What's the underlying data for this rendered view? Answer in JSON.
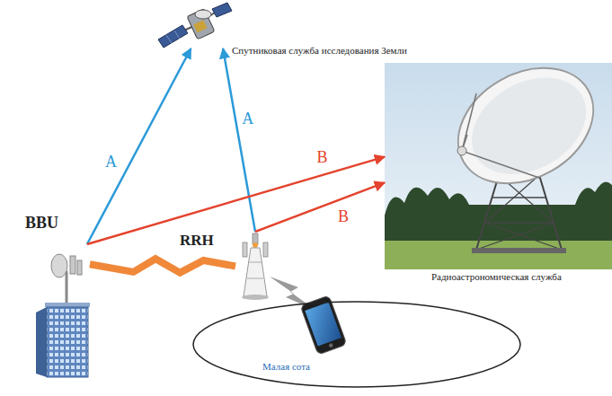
{
  "diagram": {
    "nodes": [
      {
        "text": [
          "Спутниковая служба исследования Земли"
        ]
      },
      {
        "text": [
          "BBU"
        ]
      },
      {
        "text": [
          "RRH"
        ]
      },
      {
        "text": [
          "Радиоастрономическая служба"
        ]
      },
      {
        "text": [
          "Малая сота"
        ]
      }
    ],
    "edges": [
      {
        "from": 1,
        "to": 0,
        "arrow": "to",
        "label": "A"
      },
      {
        "from": 2,
        "to": 0,
        "arrow": "to",
        "label": "A"
      },
      {
        "from": 1,
        "to": 3,
        "arrow": "to",
        "label": "B"
      },
      {
        "from": 2,
        "to": 3,
        "arrow": "to",
        "label": "B"
      },
      {
        "from": 1,
        "to": 2,
        "arrow": "none"
      }
    ]
  }
}
